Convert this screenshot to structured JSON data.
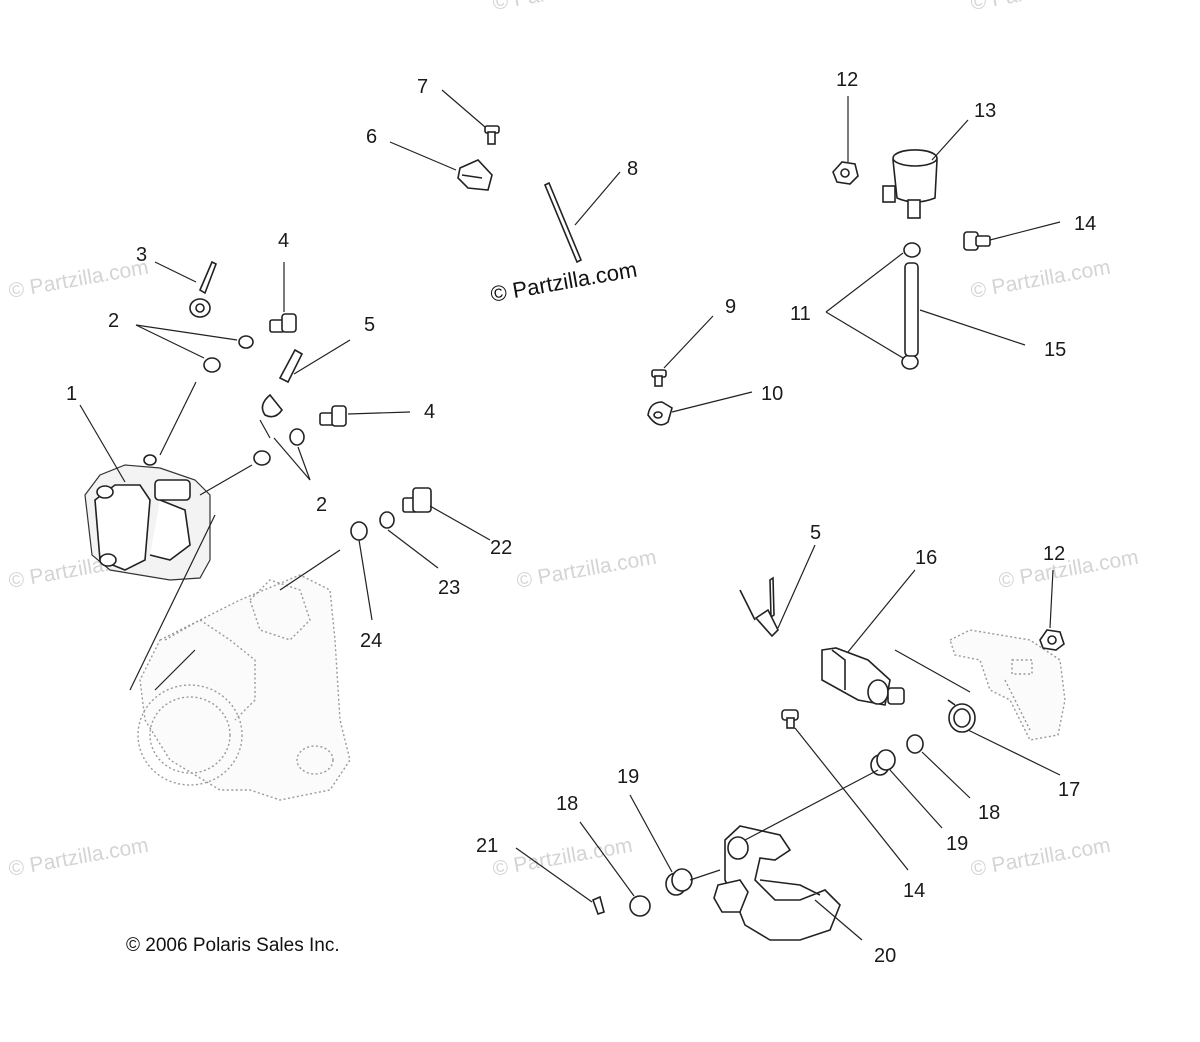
{
  "watermarks": {
    "center": "© Partzilla.com",
    "repeat": "© Partzilla.com"
  },
  "copyright": "© 2006 Polaris Sales Inc.",
  "callouts": {
    "c1": "1",
    "c2a": "2",
    "c2b": "2",
    "c3": "3",
    "c4a": "4",
    "c4b": "4",
    "c5a": "5",
    "c5b": "5",
    "c6": "6",
    "c7": "7",
    "c8": "8",
    "c9": "9",
    "c10": "10",
    "c11": "11",
    "c12a": "12",
    "c12b": "12",
    "c13": "13",
    "c14a": "14",
    "c14b": "14",
    "c15": "15",
    "c16": "16",
    "c17": "17",
    "c18a": "18",
    "c18b": "18",
    "c19a": "19",
    "c19b": "19",
    "c20": "20",
    "c21": "21",
    "c22": "22",
    "c23": "23",
    "c24": "24"
  },
  "colors": {
    "line": "#222222",
    "watermark": "#d4d4d4",
    "background": "#ffffff"
  }
}
